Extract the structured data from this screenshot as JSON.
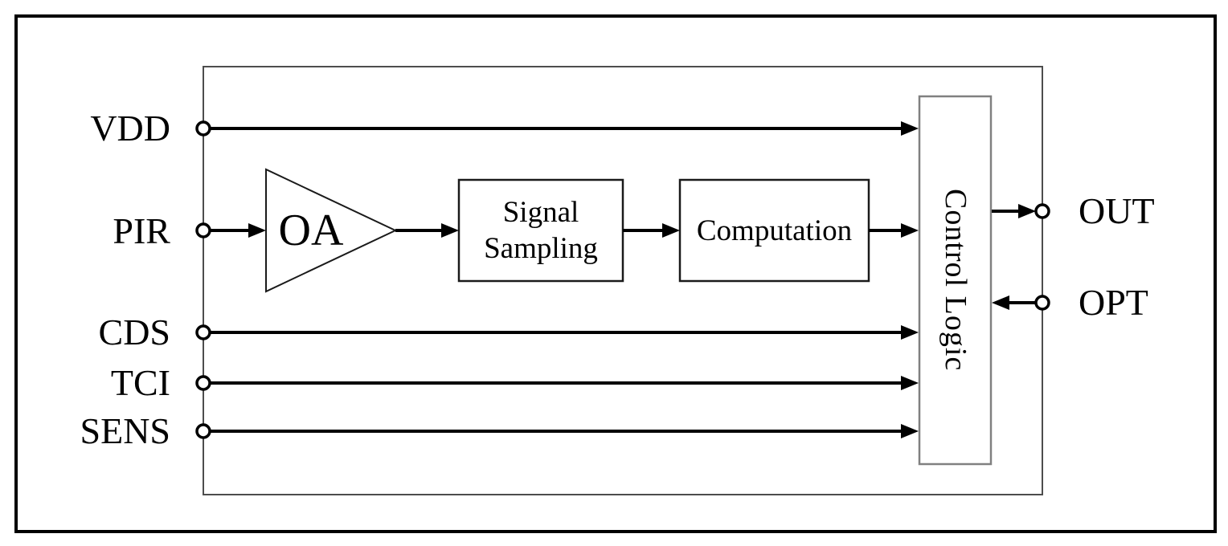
{
  "figure": {
    "type": "block-diagram",
    "ink_color": "#000000",
    "chip_border_color": "#4d4d4d",
    "control_border_color": "#808080",
    "background_color": "#ffffff"
  },
  "ports": {
    "left": [
      {
        "label": "VDD"
      },
      {
        "label": "PIR"
      },
      {
        "label": "CDS"
      },
      {
        "label": "TCI"
      },
      {
        "label": "SENS"
      }
    ],
    "right": [
      {
        "label": "OUT"
      },
      {
        "label": "OPT"
      }
    ]
  },
  "blocks": {
    "amplifier": {
      "label": "OA"
    },
    "signal_sampling": {
      "line1": "Signal",
      "line2": "Sampling"
    },
    "computation": {
      "label": "Computation"
    },
    "control_logic": {
      "label": "Control Logic"
    }
  }
}
